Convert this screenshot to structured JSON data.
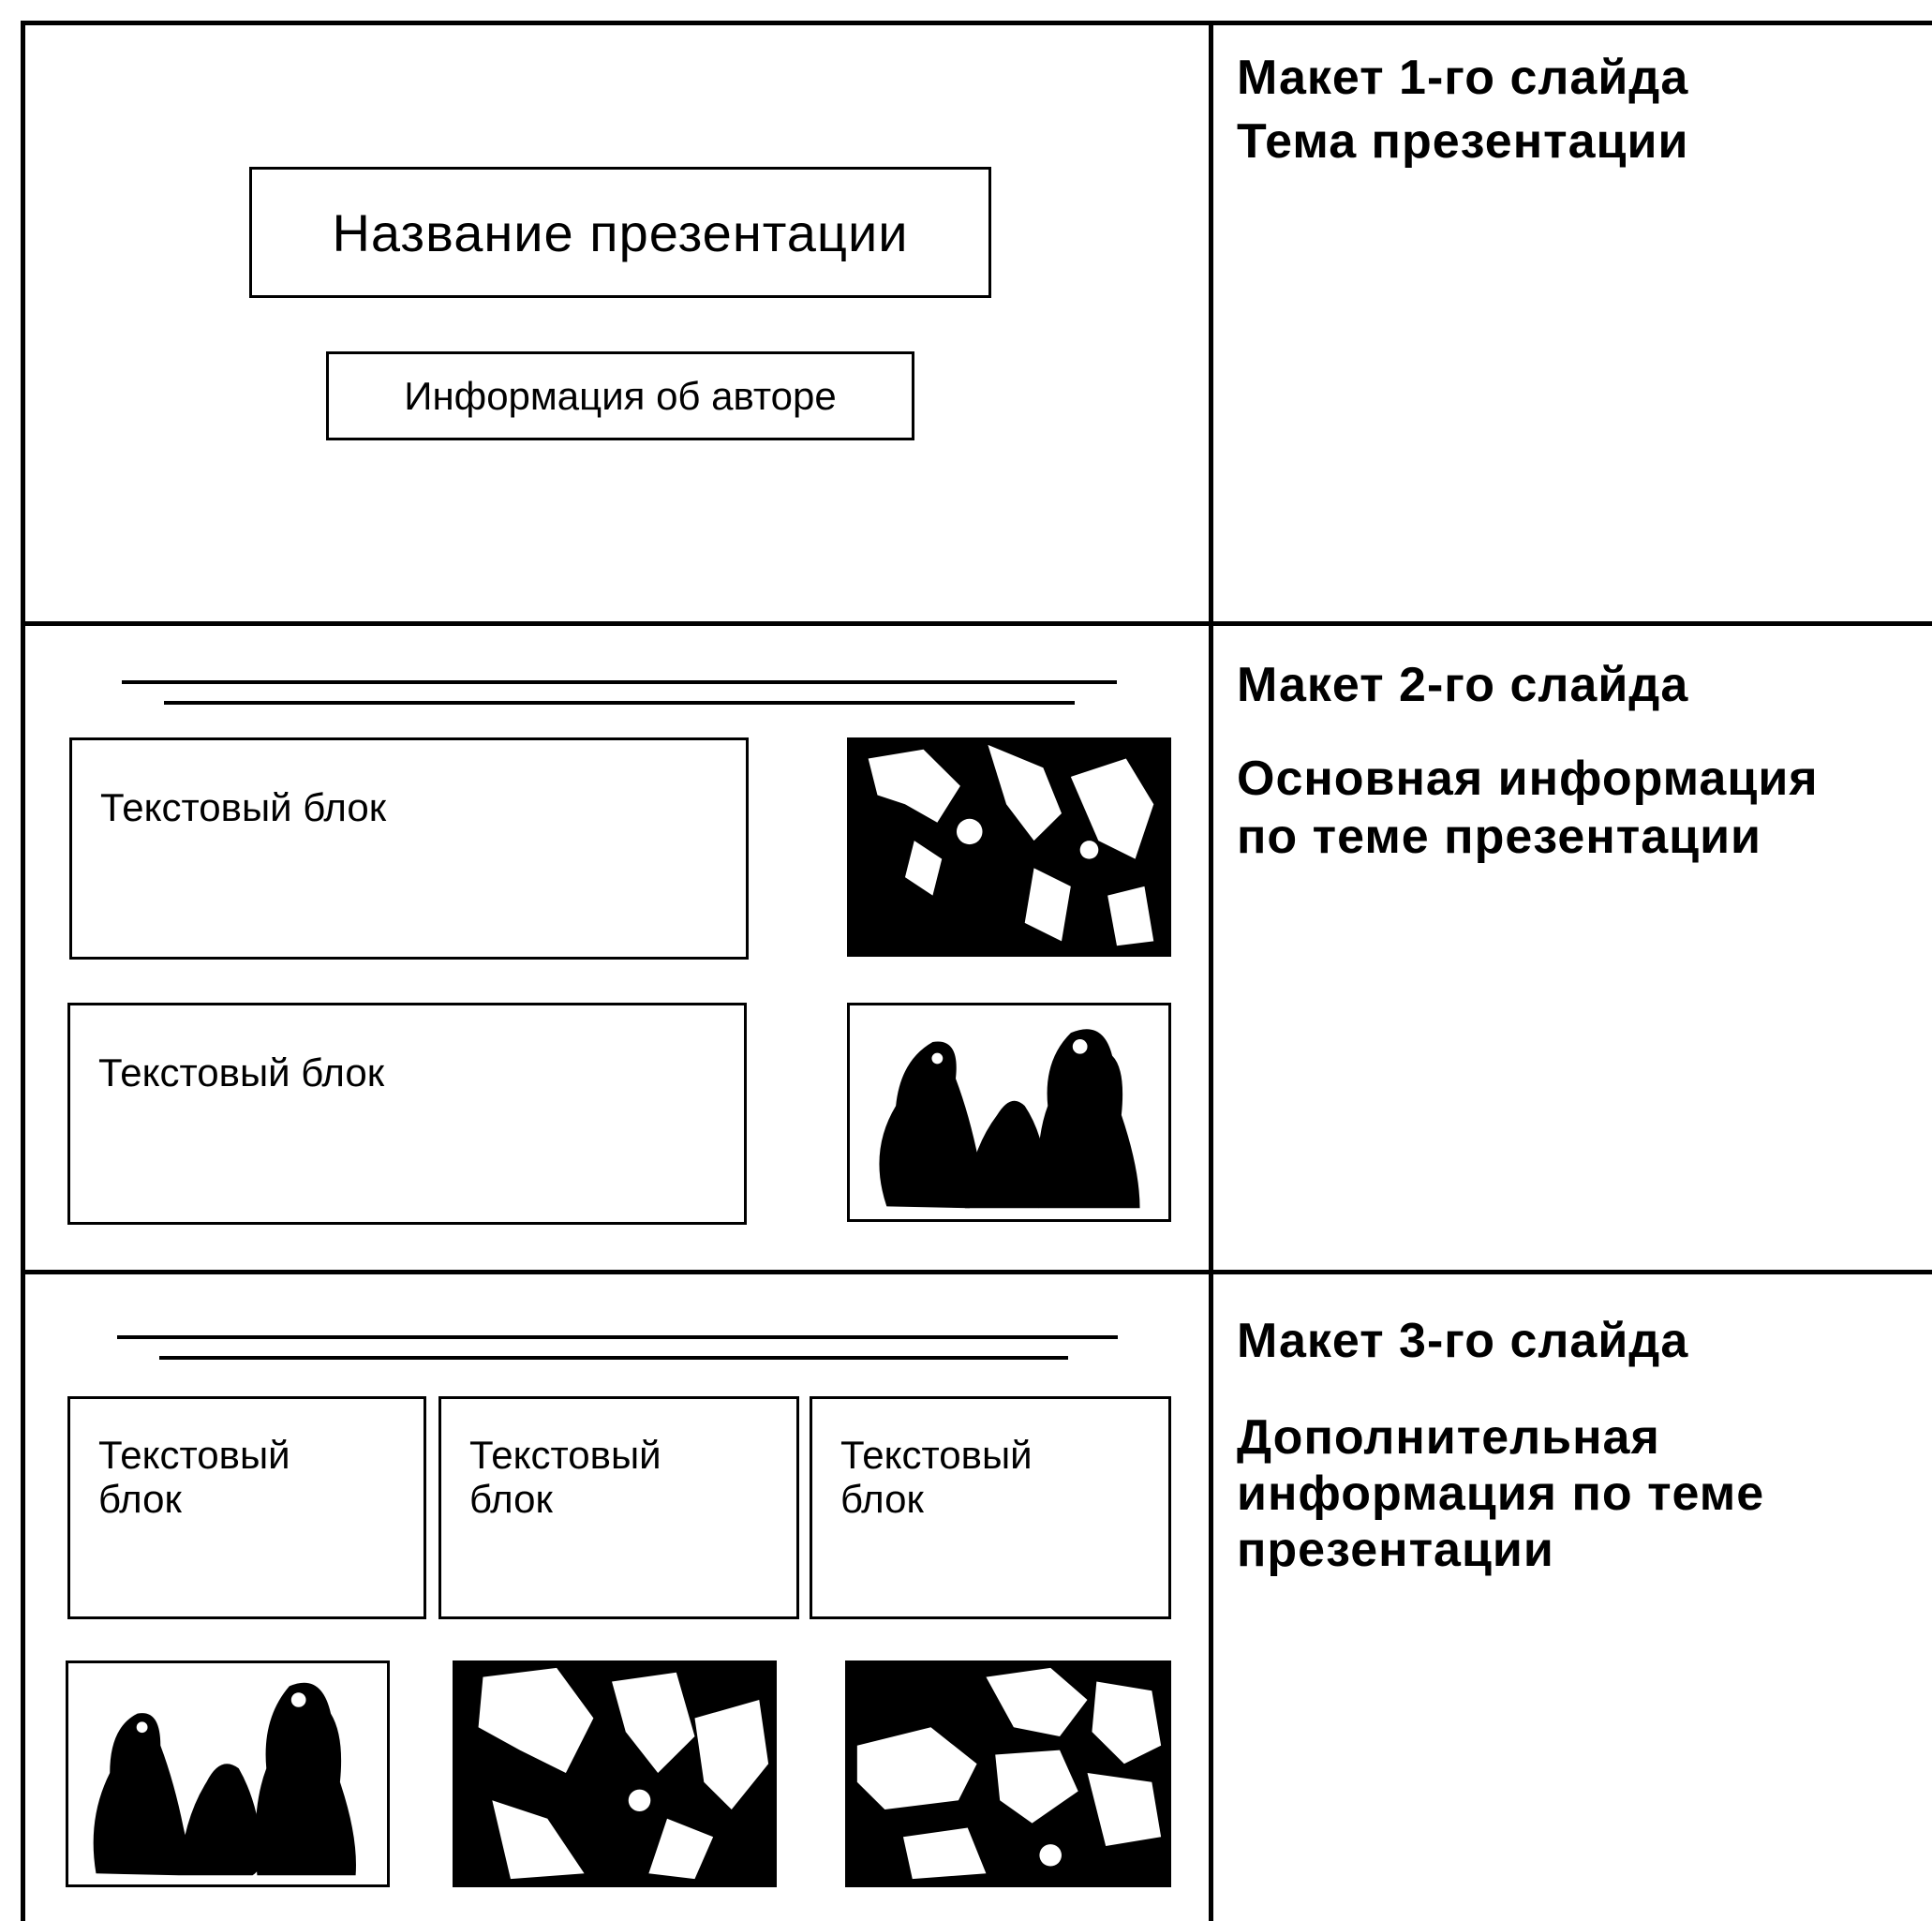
{
  "slide1": {
    "heading": "Макет 1-го слайда",
    "subheading": "Тема презентации",
    "title_box": "Название презентации",
    "author_box": "Информация об авторе"
  },
  "slide2": {
    "heading": "Макет 2-го слайда",
    "description": "Основная информация\nпо теме презентации",
    "text_blocks": [
      "Текстовый блок",
      "Текстовый блок"
    ]
  },
  "slide3": {
    "heading": "Макет 3-го слайда",
    "description": "Дополнительная\nинформация по теме\nпрезентации",
    "text_blocks": [
      "Текстовый\nблок",
      "Текстовый\nблок",
      "Текстовый\nблок"
    ]
  },
  "icons": {
    "image_placeholder": "image-icon"
  }
}
